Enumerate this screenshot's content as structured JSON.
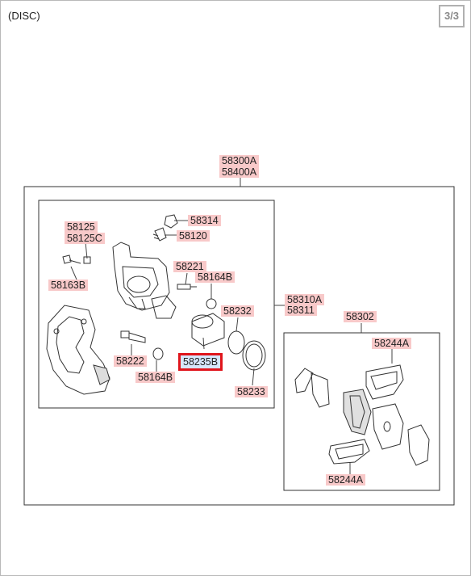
{
  "header": {
    "title": "(DISC)",
    "page_indicator": "3/3"
  },
  "parts": {
    "p58300A": "58300A",
    "p58400A": "58400A",
    "p58125": "58125",
    "p58125C": "58125C",
    "p58314": "58314",
    "p58120": "58120",
    "p58163B": "58163B",
    "p58221": "58221",
    "p58164B_top": "58164B",
    "p58310A": "58310A",
    "p58311": "58311",
    "p58232": "58232",
    "p58302": "58302",
    "p58244A_top": "58244A",
    "p58222": "58222",
    "p58235B": "58235B",
    "p58164B_bottom": "58164B",
    "p58233": "58233",
    "p58244A_bottom": "58244A"
  },
  "selected_part": "58235B",
  "colors": {
    "label_bg": "#f8c9c9",
    "selected_bg": "#d6e6fb",
    "selected_border": "#e0151c"
  }
}
